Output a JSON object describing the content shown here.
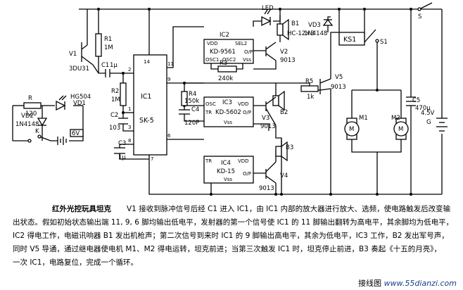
{
  "chips": {
    "ic1_name": "IC1",
    "ic1_part": "SK-5",
    "ic2_name": "IC2",
    "ic2_part": "KD-9561",
    "ic2_vdd": "VDD",
    "ic2_sel2": "SEL2",
    "ic2_op": "O/P",
    "ic2_osc1": "OSC1",
    "ic2_osc2": "OSC2",
    "ic2_vss": "Vss",
    "ic3_name": "IC3",
    "ic3_part": "KD-5602",
    "ic3_osc": "OSC",
    "ic3_vdd": "VDD",
    "ic3_tr": "TR",
    "ic3_op": "O/P",
    "ic3_vss": "Vss",
    "ic4_name": "IC4",
    "ic4_part": "KD-15",
    "ic4_tr": "TR",
    "ic4_vdd": "VDD",
    "ic4_op": "O/P",
    "ic4_vss": "Vss"
  },
  "pins": {
    "p14": "14",
    "p11": "11",
    "p9": "9",
    "p6": "6",
    "p2": "2",
    "p1": "1",
    "p3": "3",
    "p8": "8",
    "p7": "7"
  },
  "parts": {
    "v1": "V1",
    "v1_part": "3DU31",
    "r1": "R1",
    "r1_val": "1M",
    "c1": "C1",
    "c1_val": "1μ",
    "r2": "R2",
    "r2_val": "1M",
    "c2": "C2",
    "c2_val": "103",
    "c3": "C3",
    "c3_val": "1μ",
    "r": "R",
    "r_val": "120",
    "vd1": "VD1",
    "vd1_part": "HG504",
    "vd2": "VD2",
    "vd2_part": "1N4148",
    "k": "K",
    "batt6": "6V",
    "led": "LED",
    "b1": "B1",
    "b1_part": "HC-12×3",
    "v2": "V2",
    "v2_part": "9013",
    "r3": "R3",
    "r3_val": "240k",
    "r4": "R4",
    "r4_val": "150k",
    "c4": "C4",
    "c4_val": "120P",
    "b2": "B2",
    "v3": "V3",
    "v3_part": "9013",
    "b3": "B3",
    "v4": "V4",
    "v4_part": "9013",
    "r5": "R5",
    "r5_val": "1k",
    "v5": "V5",
    "v5_part": "9013",
    "vd3": "VD3",
    "vd3_part": "1N4148",
    "ks1": "KS1",
    "s1": "S1",
    "m1": "M1",
    "m2": "M2",
    "motor_sym": "M",
    "c5": "C5",
    "c5_val": "470μ",
    "batt45": "4.5V",
    "g": "G",
    "s": "S"
  },
  "caption": {
    "title": "红外光控玩具坦克",
    "body": "V1 接收到脉冲信号后经 C1 进入 IC1，由 IC1 内部的放大器进行放大、选频，使电路触发后改变输出状态。假如初始状态输出端 11, 9, 6 脚均输出低电平，发射器的第一个信号使 IC1 的 11 脚输出翻转为高电平，其余脚均为低电平，IC2 得电工作，电磁讯响器 B1 发出机枪声；第二次信号到来时 IC1 的 9 脚输出高电平，其余为低电平，IC3 工作，B2 发出军号声，同时 V5 导通，通过继电器使电机 M1、M2 得电运转，坦克前进；当第三次触发 IC1 时，坦克停止前进，B3 奏起《十五的月亮》，",
    "tail": "一次 IC1，电路复位，完成一个循环。"
  },
  "watermark": {
    "prefix": "接线图",
    "url": "www.55dianzi.com"
  }
}
